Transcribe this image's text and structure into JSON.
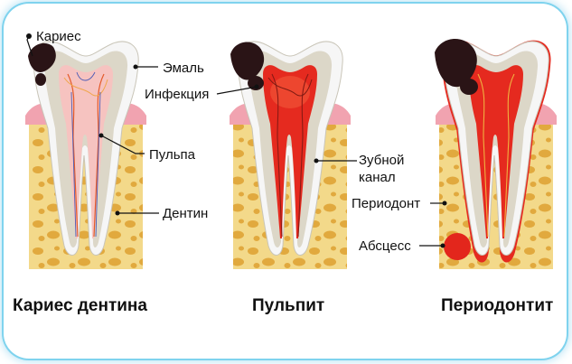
{
  "colors": {
    "bone": "#f3d98a",
    "bone_dots": "#e1a93e",
    "gum": "#f1a3b0",
    "enamel": "#f6f6f6",
    "dentin": "#dcd7c8",
    "pulp_healthy": "#f6c3c0",
    "pulp_inflamed": "#e52a1f",
    "decay": "#2a1416",
    "abscess": "#e3261c",
    "frame": "#7fd3ee"
  },
  "labels": {
    "caries": "Кариес",
    "enamel": "Эмаль",
    "infection": "Инфекция",
    "pulp": "Пульпа",
    "root_canal_line1": "Зубной",
    "root_canal_line2": "канал",
    "dentin": "Дентин",
    "periodontium": "Периодонт",
    "abscess": "Абсцесс"
  },
  "captions": {
    "stage1": "Кариес дентина",
    "stage2": "Пульпит",
    "stage3": "Периодонтит"
  }
}
